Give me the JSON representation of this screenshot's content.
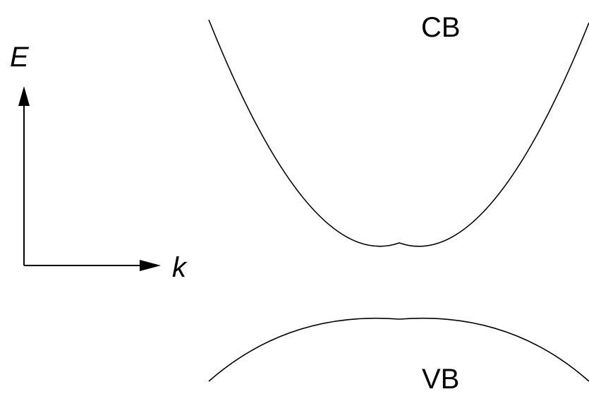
{
  "conduction_band": {
    "label": "CB"
  },
  "valence_band": {
    "label": "VB"
  },
  "axes": {
    "vertical_label": "E",
    "horizontal_label": "k"
  },
  "colors": {
    "line": "#000000",
    "background": "#ffffff"
  }
}
